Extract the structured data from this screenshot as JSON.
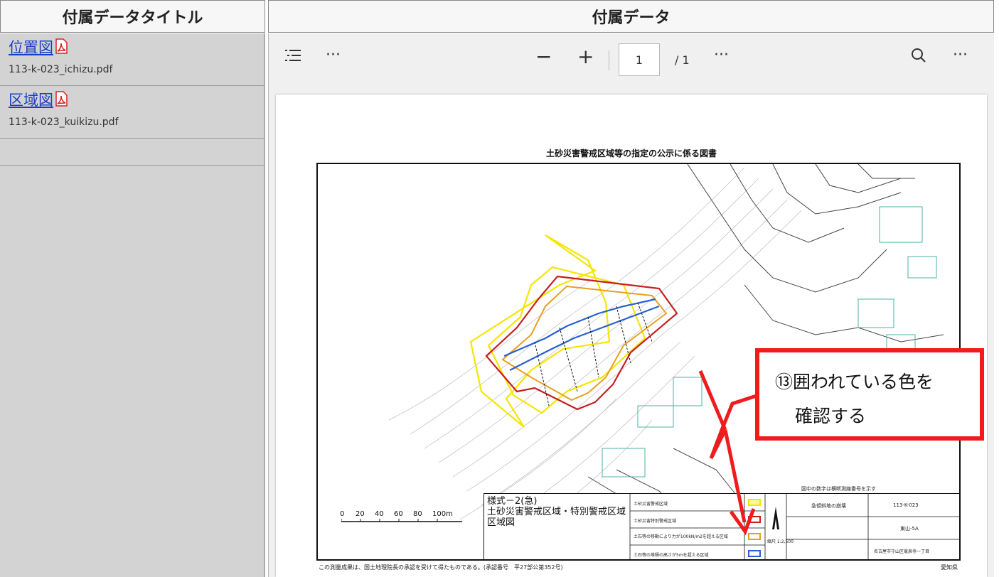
{
  "header": {
    "left_title": "付属データタイトル",
    "right_title": "付属データ"
  },
  "attachments": [
    {
      "title": "位置図",
      "filename": "113-k-023_ichizu.pdf",
      "icon": "pdf-icon"
    },
    {
      "title": "区域図",
      "filename": "113-k-023_kuikizu.pdf",
      "icon": "pdf-icon"
    }
  ],
  "viewer": {
    "toolbar": {
      "outline_icon": "outline-list-icon",
      "more_label": "···",
      "zoom_out_label": "−",
      "zoom_in_label": "+",
      "page_current": "1",
      "page_total": "/ 1",
      "search_icon": "search-icon"
    },
    "document": {
      "title": "土砂災害警戒区域等の指定の公示に係る図書",
      "map_note": "図中の数字は横断測線番号を示す",
      "legend": {
        "form_line1": "様式－2(急)",
        "form_line2": "土砂災害警戒区域・特別警戒区域",
        "form_line3": "区域図",
        "rows": [
          "土砂災害警戒区域",
          "土砂災害特別警戒区域",
          "土石等の移動により力が100kN/m2を超える区域",
          "土石等の堆積の高さが5mを超える区域"
        ],
        "swatch_colors": [
          "#f5e600",
          "#c81e1e",
          "#e8a020",
          "#2860d0"
        ],
        "scale_label": "縮尺 1:2,500",
        "slope_label": "急傾斜地の崩壊",
        "code": "113-K-023",
        "place": "東山-5A",
        "address": "名古屋市守山区竜泉寺一丁目"
      },
      "scale_ticks": [
        "0",
        "20",
        "40",
        "60",
        "80",
        "100m"
      ],
      "footnote": "この測量成果は、国土地理院長の承認を受けて得たものである。(承認番号　平27部公第352号)",
      "footnote_right": "愛知県"
    }
  },
  "callout": {
    "line1": "⑬囲われている色を",
    "line2": "確認する",
    "color": "#ee1c1c"
  }
}
